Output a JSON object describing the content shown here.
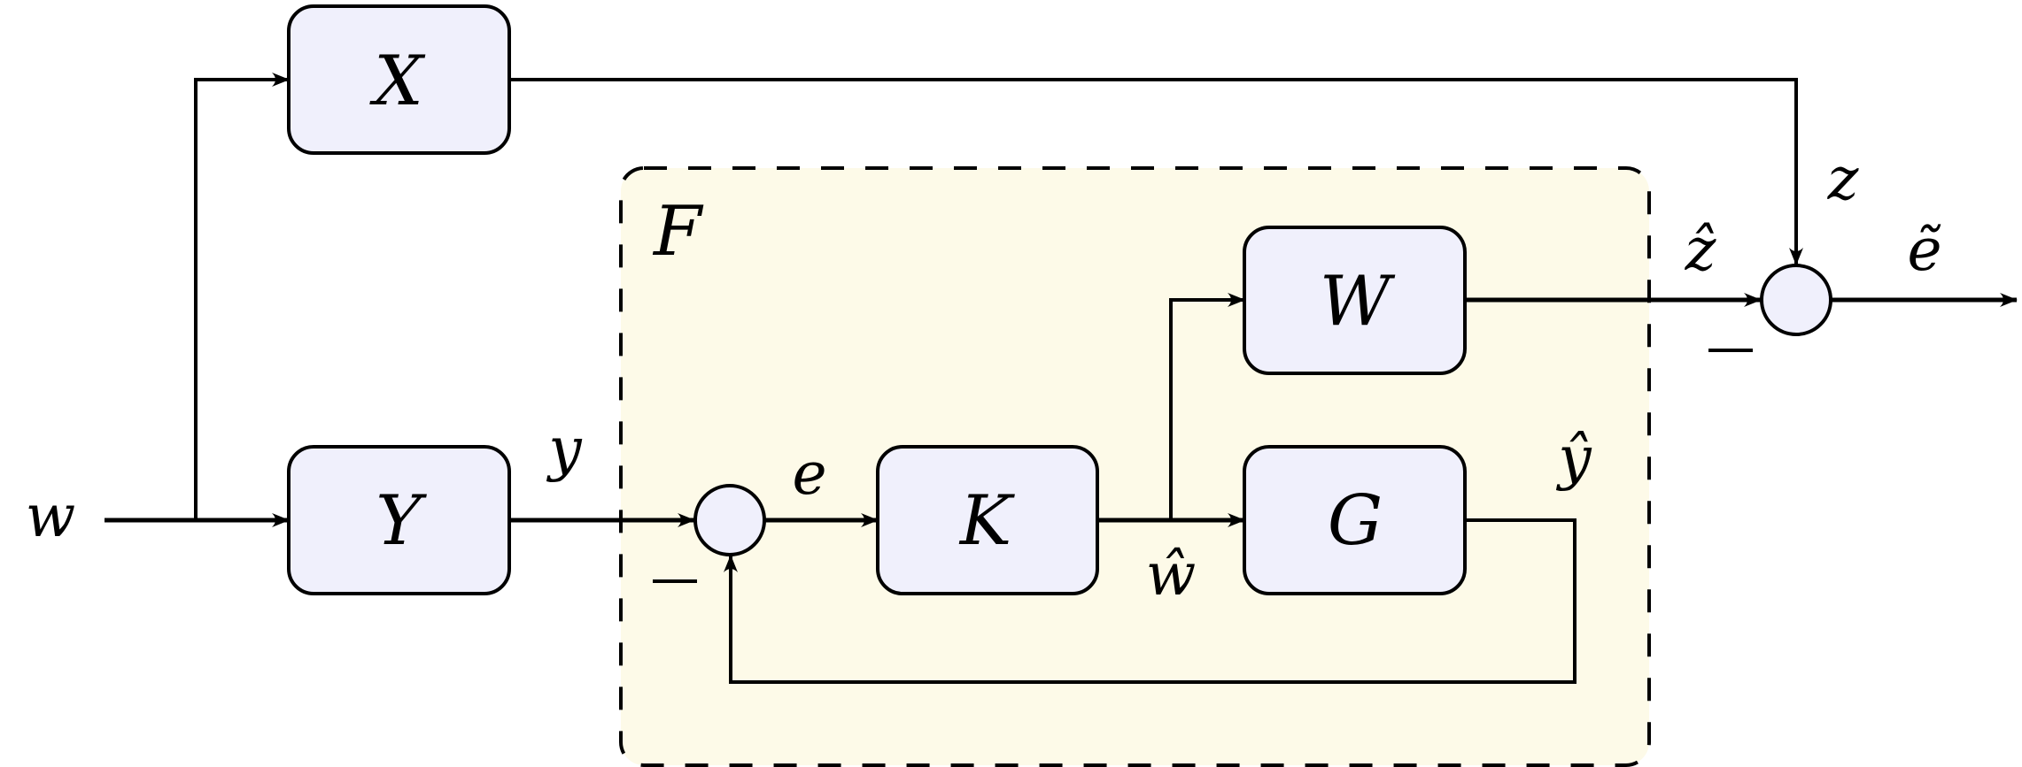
{
  "diagram": {
    "type": "block-diagram",
    "colors": {
      "block_fill": "#f0f0fc",
      "group_fill": "#fdfae8",
      "stroke": "#000000",
      "background": "#ffffff"
    },
    "group": {
      "id": "F",
      "label": "F",
      "border": "dashed"
    },
    "blocks": [
      {
        "id": "X",
        "label": "X"
      },
      {
        "id": "Y",
        "label": "Y"
      },
      {
        "id": "K",
        "label": "K"
      },
      {
        "id": "G",
        "label": "G"
      },
      {
        "id": "W",
        "label": "W"
      }
    ],
    "summing_junctions": [
      {
        "id": "sum1",
        "inputs": [
          "y",
          "ŷ"
        ],
        "negative_input": "ŷ",
        "minus_label": "−"
      },
      {
        "id": "sum2",
        "inputs": [
          "z",
          "ẑ"
        ],
        "negative_input": "ẑ",
        "minus_label": "−"
      }
    ],
    "signals": {
      "w": "w",
      "y": "y",
      "e": "e",
      "w_hat": "ŵ",
      "y_hat": "ŷ",
      "z": "z",
      "z_hat": "ẑ",
      "e_tilde": "ẽ"
    },
    "edges": [
      {
        "from": "input",
        "to": "Y",
        "signal": "w"
      },
      {
        "from": "input",
        "to": "X",
        "signal": "w"
      },
      {
        "from": "Y",
        "to": "sum1",
        "signal": "y"
      },
      {
        "from": "sum1",
        "to": "K",
        "signal": "e"
      },
      {
        "from": "K",
        "to": "G",
        "signal": "ŵ"
      },
      {
        "from": "K",
        "to": "W",
        "signal": "ŵ"
      },
      {
        "from": "G",
        "to": "sum1",
        "signal": "ŷ"
      },
      {
        "from": "W",
        "to": "sum2",
        "signal": "ẑ"
      },
      {
        "from": "X",
        "to": "sum2",
        "signal": "z"
      },
      {
        "from": "sum2",
        "to": "output",
        "signal": "ẽ"
      }
    ]
  }
}
